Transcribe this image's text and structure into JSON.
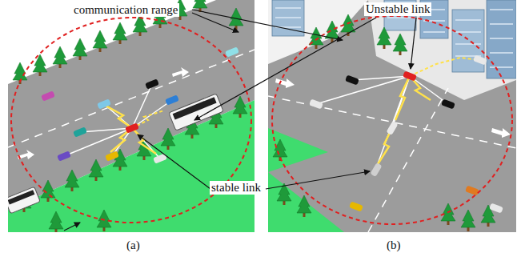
{
  "diagram": {
    "labels": [
      "communication range",
      "Unstable link",
      "stable link",
      "(a)",
      "(b)"
    ]
  }
}
